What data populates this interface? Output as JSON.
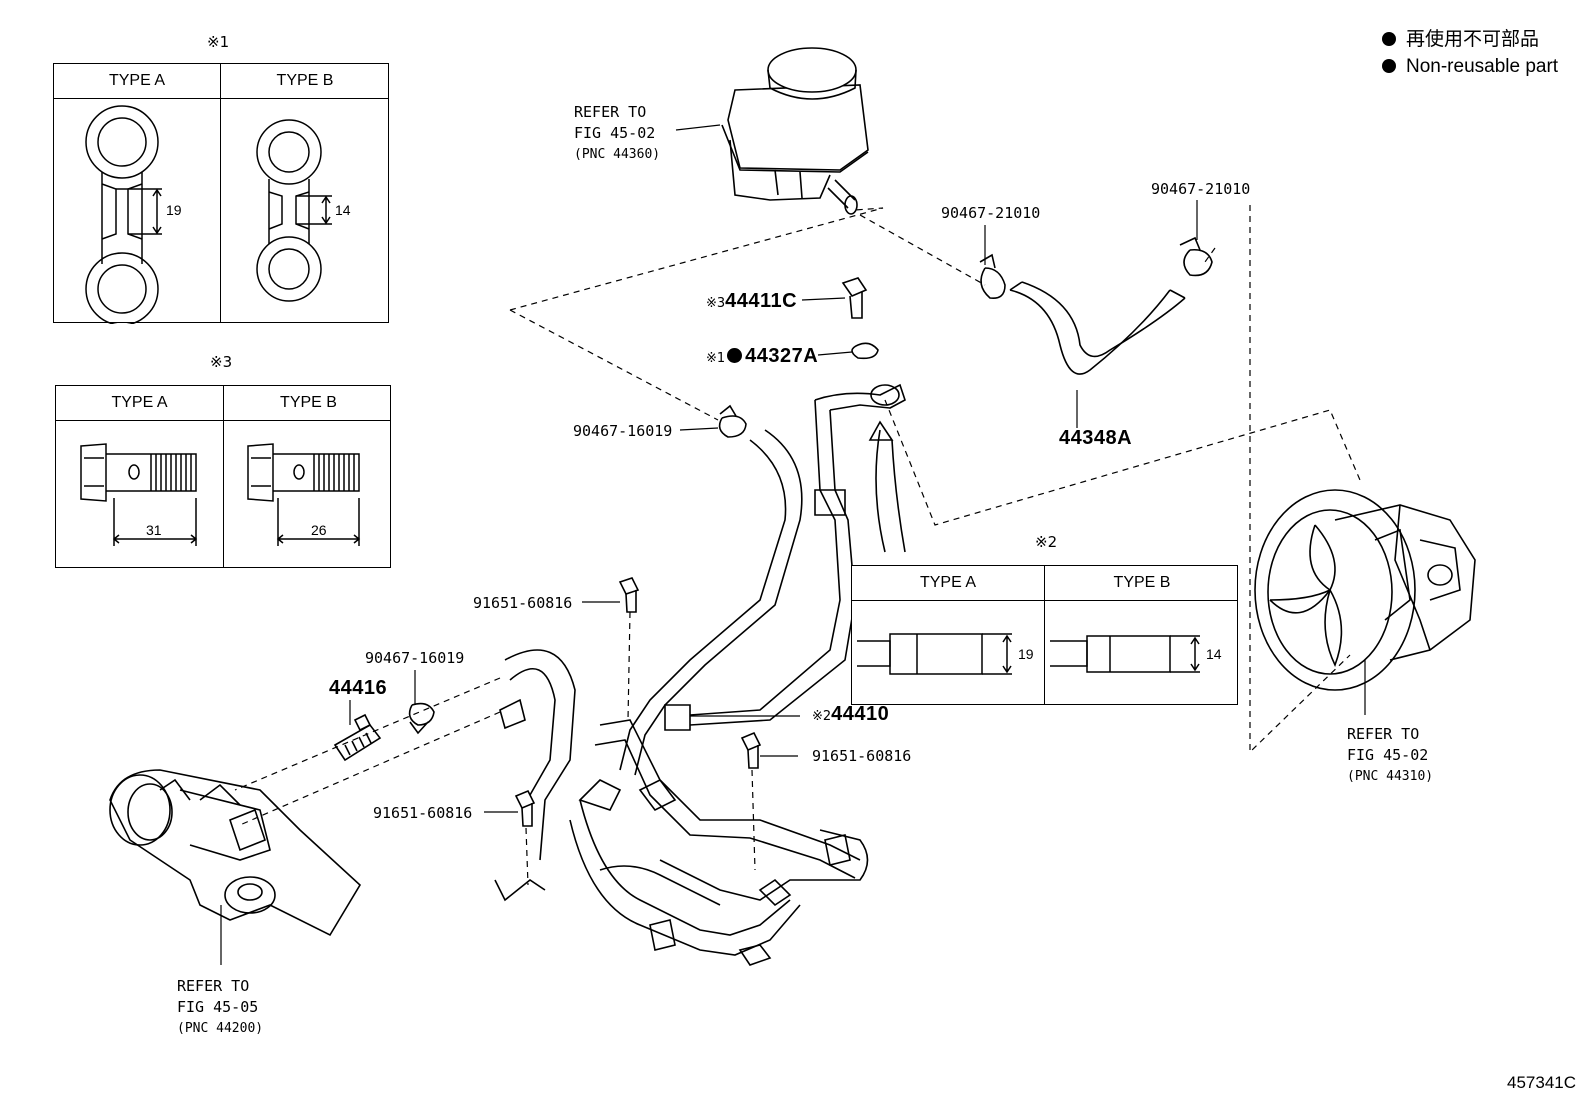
{
  "legend": {
    "jp": "再使用不可部品",
    "en": "Non-reusable part"
  },
  "figure_number": "457341C",
  "note1": {
    "mark": "※1",
    "type_a": "TYPE A",
    "type_b": "TYPE B",
    "dim_a": "19",
    "dim_b": "14"
  },
  "note3": {
    "mark": "※3",
    "type_a": "TYPE A",
    "type_b": "TYPE B",
    "dim_a": "31",
    "dim_b": "26"
  },
  "note2": {
    "mark": "※2",
    "type_a": "TYPE A",
    "type_b": "TYPE B",
    "dim_a": "19",
    "dim_b": "14"
  },
  "refs": {
    "reservoir": {
      "line1": "REFER TO",
      "line2": "FIG 45-02",
      "line3": "(PNC 44360)"
    },
    "pump": {
      "line1": "REFER TO",
      "line2": "FIG 45-02",
      "line3": "(PNC 44310)"
    },
    "gear": {
      "line1": "REFER TO",
      "line2": "FIG 45-05",
      "line3": "(PNC 44200)"
    }
  },
  "parts": {
    "clamp_upper_left": "90467-21010",
    "clamp_upper_right": "90467-21010",
    "bolt_44411c_mark": "※3",
    "bolt_44411c": "44411C",
    "gasket_mark": "※1",
    "gasket": "44327A",
    "clamp_16019_upper": "90467-16019",
    "hose_return": "44348A",
    "bolt_upper": "91651-60816",
    "clamp_16019_lower": "90467-16019",
    "union": "44416",
    "tube_mark": "※2",
    "tube": "44410",
    "bolt_right": "91651-60816",
    "bolt_lower": "91651-60816"
  }
}
